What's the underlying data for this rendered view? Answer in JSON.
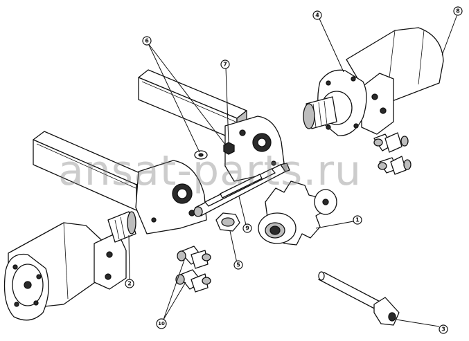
{
  "watermark": "ansat-parts.ru",
  "callouts": [
    {
      "id": "callout-1",
      "label": "1"
    },
    {
      "id": "callout-2",
      "label": "2"
    },
    {
      "id": "callout-3",
      "label": "3"
    },
    {
      "id": "callout-4",
      "label": "4"
    },
    {
      "id": "callout-5",
      "label": "5"
    },
    {
      "id": "callout-6",
      "label": "6"
    },
    {
      "id": "callout-7",
      "label": "7"
    },
    {
      "id": "callout-8",
      "label": "8"
    },
    {
      "id": "callout-9",
      "label": "9"
    },
    {
      "id": "callout-10",
      "label": "10"
    }
  ]
}
